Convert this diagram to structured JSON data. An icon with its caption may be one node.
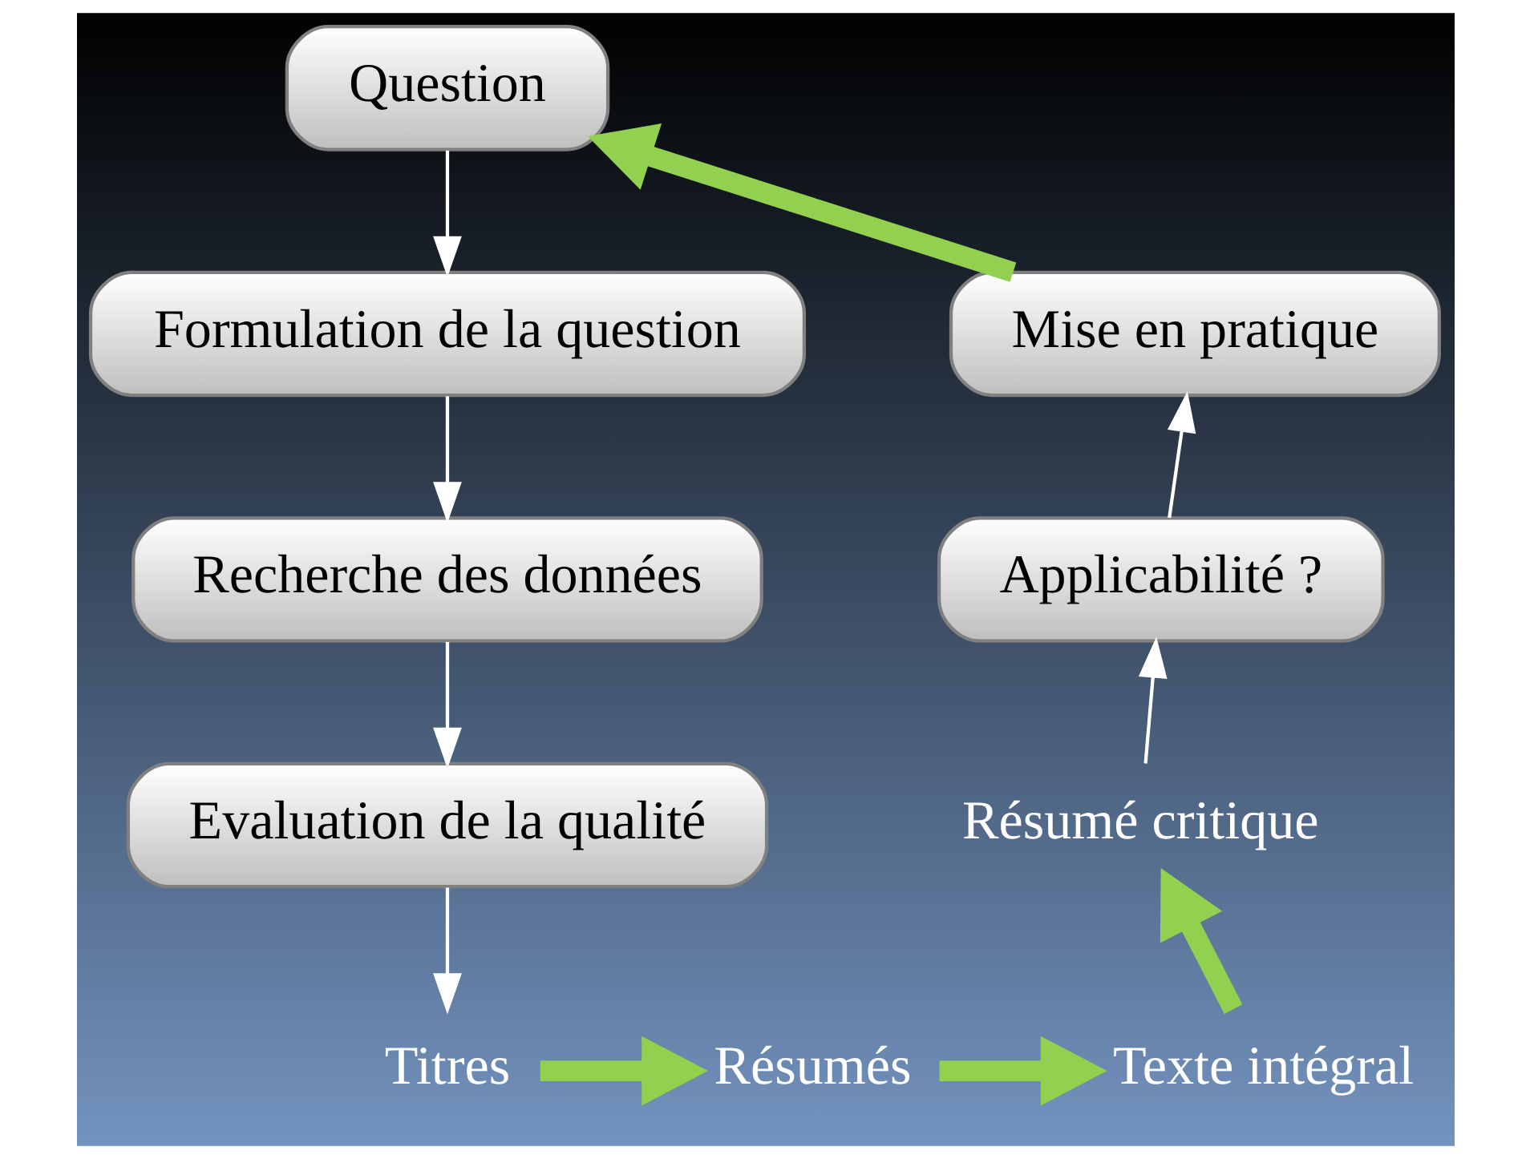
{
  "diagram": {
    "nodes": [
      {
        "text": [
          "Question"
        ]
      },
      {
        "text": [
          "Formulation de la question"
        ]
      },
      {
        "text": [
          "Recherche des données"
        ]
      },
      {
        "text": [
          "Evaluation de la qualité"
        ]
      },
      {
        "text": [
          "Titres"
        ]
      },
      {
        "text": [
          "Résumés"
        ]
      },
      {
        "text": [
          "Texte intégral"
        ]
      },
      {
        "text": [
          "Résumé critique"
        ]
      },
      {
        "text": [
          "Applicabilité ?"
        ]
      },
      {
        "text": [
          "Mise en pratique"
        ]
      }
    ],
    "edges": [
      {
        "from": 0,
        "to": 1,
        "arrow": "to"
      },
      {
        "from": 1,
        "to": 2,
        "arrow": "to"
      },
      {
        "from": 2,
        "to": 3,
        "arrow": "to"
      },
      {
        "from": 3,
        "to": 4,
        "arrow": "to"
      },
      {
        "from": 4,
        "to": 5,
        "arrow": "to",
        "style": "thick",
        "color": "#92d050"
      },
      {
        "from": 5,
        "to": 6,
        "arrow": "to",
        "style": "thick",
        "color": "#92d050"
      },
      {
        "from": 6,
        "to": 7,
        "arrow": "to",
        "style": "thick",
        "color": "#92d050"
      },
      {
        "from": 7,
        "to": 8,
        "arrow": "to"
      },
      {
        "from": 8,
        "to": 9,
        "arrow": "to"
      },
      {
        "from": 9,
        "to": 0,
        "arrow": "to",
        "style": "thick",
        "color": "#92d050"
      }
    ]
  }
}
